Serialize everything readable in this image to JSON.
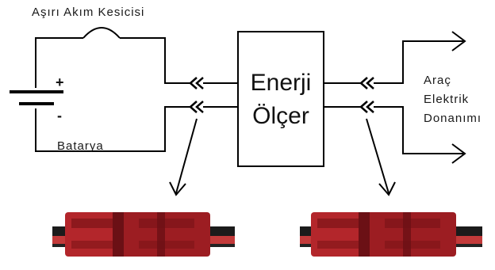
{
  "labels": {
    "breaker": "Aşırı Akım Kesicisi",
    "battery": "Batarya",
    "battery_plus": "+",
    "battery_minus": "-",
    "meter_line1": "Enerji",
    "meter_line2": "Ölçer",
    "load_line1": "Araç",
    "load_line2": "Elektrik",
    "load_line3": "Donanımı"
  },
  "colors": {
    "wire": "#000000",
    "connector_red": "#b3262b",
    "connector_dark": "#7d1418",
    "wire_black": "#1b1b1b",
    "wire_red": "#c23a3a"
  },
  "icons": {
    "connector_symbol": "double-chevron-left-icon",
    "arrow": "arrow-icon",
    "connector_photo": "anderson-powerpole-connector-icon"
  }
}
